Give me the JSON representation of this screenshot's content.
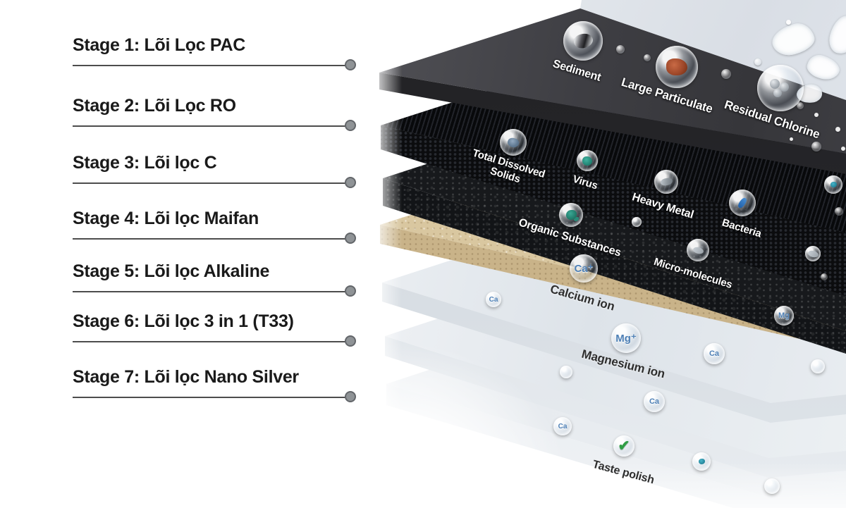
{
  "stages": [
    {
      "label": "Stage 1: Lõi Lọc PAC"
    },
    {
      "label": "Stage 2: Lõi Lọc RO"
    },
    {
      "label": "Stage 3: Lõi lọc C"
    },
    {
      "label": "Stage 4: Lõi lọc Maifan"
    },
    {
      "label": "Stage 5: Lõi lọc Alkaline"
    },
    {
      "label": "Stage 6: Lõi lọc 3 in 1 (T33)"
    },
    {
      "label": "Stage 7: Lõi lọc Nano Silver"
    }
  ],
  "diagram": {
    "contaminants": {
      "sediment": "Sediment",
      "large_particulate": "Large Particulate",
      "residual_chlorine": "Residual Chlorine",
      "tds_line1": "Total Dissolved",
      "tds_line2": "Solids",
      "virus": "Virus",
      "heavy_metal": "Heavy Metal",
      "bacteria": "Bacteria",
      "organic_substances": "Organic Substances",
      "micro_molecules": "Micro-molecules"
    },
    "minerals": {
      "calcium_symbol": "Ca⁺",
      "calcium_small": "Ca",
      "calcium_label": "Calcium ion",
      "magnesium_symbol": "Mg⁺",
      "magnesium_small": "Mg",
      "magnesium_label": "Magnesium ion"
    },
    "finish": {
      "taste_polish_label": "Taste polish",
      "check_icon": "✔"
    },
    "colors": {
      "stage_text": "#1a1a1a",
      "connector_line": "#4d4d4d",
      "connector_dot": "#8f9396",
      "layer_pac_top": "#3e3e43",
      "layer_ro_membrane": "#0c0d10",
      "layer_carbon": "#17191c",
      "layer_maifan_tan": "#d9c7a0",
      "layer_light_gray": "#e4e8ed",
      "ion_text_blue": "#4e80b6",
      "check_green": "#2f9e44",
      "sky_top_right": "#dde2e9"
    }
  }
}
